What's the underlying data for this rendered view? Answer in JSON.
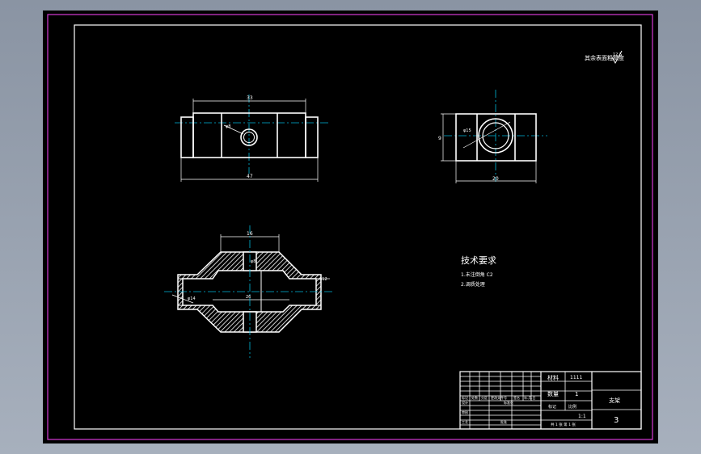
{
  "notes": {
    "surface_finish": "其余表面粗糙度",
    "surface_finish_value": "12.5",
    "tech_req_title": "技术要求",
    "tech_req_item1": "1.未注倒角 C2",
    "tech_req_item2": "2.调质处理"
  },
  "dimensions": {
    "front_top": "33",
    "front_bottom": "47",
    "front_hole": "φ8",
    "side_height": "9",
    "side_width": "20",
    "side_hole": "φ15",
    "section_top": "16",
    "section_right": "φ12",
    "section_left": "φ14",
    "section_center": "26",
    "section_mid": "φ8"
  },
  "title_block": {
    "material_label": "材料",
    "material_value": "1111",
    "quantity_label": "数量",
    "quantity_value": "1",
    "part_name": "支架",
    "drawing_number": "3",
    "scale_label": "比例",
    "scale_value": "1:1",
    "mark_label": "标记",
    "sheet_text": "共 1 张 第 1 张",
    "rev_headers": [
      "标记",
      "处数",
      "分区",
      "更改文件号",
      "签名",
      "年.月.日"
    ],
    "designer_label": "设计",
    "standardize_label": "标准化",
    "review_label": "审核",
    "process_label": "工艺",
    "approve_label": "批准"
  },
  "colors": {
    "background": "#000000",
    "frame_magenta": "#d63ad6",
    "center_line": "#00b7d9",
    "line": "#ffffff"
  }
}
